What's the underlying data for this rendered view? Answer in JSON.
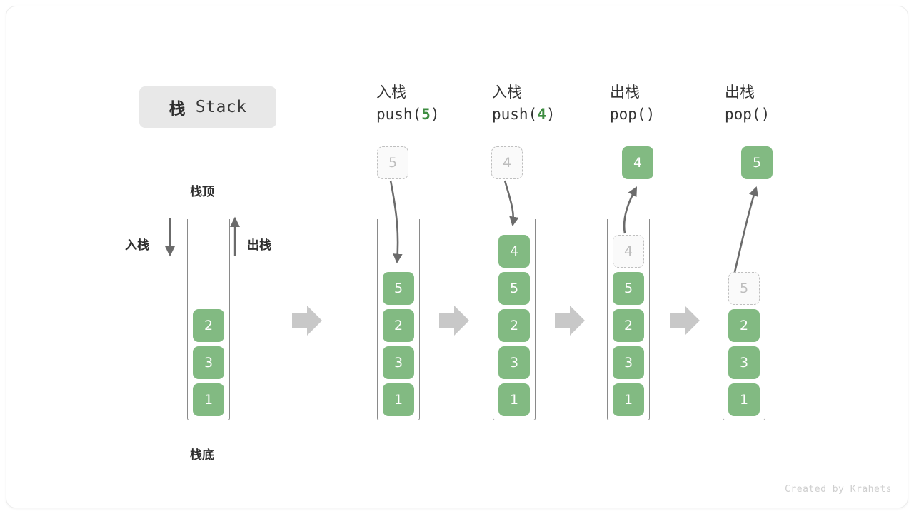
{
  "title": {
    "cjk": "栈",
    "latin": "Stack"
  },
  "labels": {
    "top": "栈顶",
    "bottom": "栈底",
    "push": "入栈",
    "pop": "出栈"
  },
  "colors": {
    "element_fill": "#82ba82",
    "element_text": "#ffffff",
    "ghost_fill": "#fafafa",
    "ghost_border": "#bfbfbf",
    "ghost_text": "#bdbdbd",
    "accent_green": "#3d8c40",
    "container_border": "#8a8a8a",
    "flow_arrow": "#c8c8c8",
    "motion_arrow": "#6b6b6b",
    "title_chip_bg": "#e8e8e8"
  },
  "columns": [
    {
      "id": "initial",
      "head_line1": "",
      "head_line2": "",
      "stack": [
        "2",
        "3",
        "1"
      ],
      "incoming": null,
      "outgoing": null,
      "ghost_in_stack": null
    },
    {
      "id": "push-5",
      "head_line1": "入栈",
      "head_line2_pre": "push(",
      "head_line2_arg": "5",
      "head_line2_post": ")",
      "stack": [
        "5",
        "2",
        "3",
        "1"
      ],
      "incoming": "5",
      "outgoing": null,
      "ghost_in_stack": null
    },
    {
      "id": "push-4",
      "head_line1": "入栈",
      "head_line2_pre": "push(",
      "head_line2_arg": "4",
      "head_line2_post": ")",
      "stack": [
        "4",
        "5",
        "2",
        "3",
        "1"
      ],
      "incoming": "4",
      "outgoing": null,
      "ghost_in_stack": null
    },
    {
      "id": "pop-4",
      "head_line1": "出栈",
      "head_line2_pre": "pop(",
      "head_line2_arg": "",
      "head_line2_post": ")",
      "stack": [
        "5",
        "2",
        "3",
        "1"
      ],
      "incoming": null,
      "outgoing": "4",
      "ghost_in_stack": "4"
    },
    {
      "id": "pop-5",
      "head_line1": "出栈",
      "head_line2_pre": "pop(",
      "head_line2_arg": "",
      "head_line2_post": ")",
      "stack": [
        "2",
        "3",
        "1"
      ],
      "incoming": null,
      "outgoing": "5",
      "ghost_in_stack": "5"
    }
  ],
  "credit": "Created by Krahets"
}
